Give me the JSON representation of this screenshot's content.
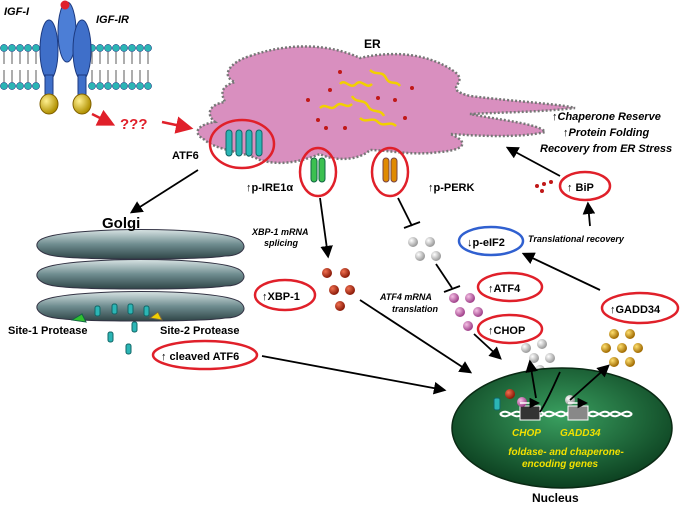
{
  "receptor": {
    "ligand": "IGF-I",
    "receptor": "IGF-IR",
    "unknown": "???"
  },
  "er": {
    "label": "ER"
  },
  "sensors": {
    "atf6": "ATF6",
    "ire1": "↑p-IRE1α",
    "perk": "↑p-PERK"
  },
  "golgi": {
    "label": "Golgi",
    "s1p": "Site-1 Protease",
    "s2p": "Site-2 Protease",
    "cleaved": "↑ cleaved ATF6"
  },
  "ire1_branch": {
    "splicing_line1": "XBP-1 mRNA",
    "splicing_line2": "splicing",
    "xbp1": "↑XBP-1"
  },
  "perk_branch": {
    "eif2": "↓p-eIF2",
    "atf4": "↑ATF4",
    "translation_line1": "ATF4 mRNA",
    "translation_line2": "translation",
    "chop": "↑CHOP",
    "gadd34": "↑GADD34",
    "recovery": "Translational recovery"
  },
  "bip": {
    "label": "↑ BiP"
  },
  "outcomes": [
    "↑Chaperone Reserve",
    "↑Protein Folding",
    "Recovery from ER Stress"
  ],
  "nucleus": {
    "label": "Nucleus",
    "chop_gene": "CHOP",
    "gadd34_gene": "GADD34",
    "genes_line1": "foldase- and chaperone-",
    "genes_line2": "encoding genes"
  },
  "colors": {
    "er": "#d98fbf",
    "membrane_head": "#2bb5b5",
    "receptor": "#3f6fc9",
    "nucleus": "#1f6b3c",
    "oval": "#e0202a",
    "eif2_oval": "#3060d0",
    "xbp1_dot": "#c0301a",
    "atf4_dot": "#d070b0",
    "chop_dot": "#c8c8c8",
    "gadd34_dot": "#d8a010"
  }
}
